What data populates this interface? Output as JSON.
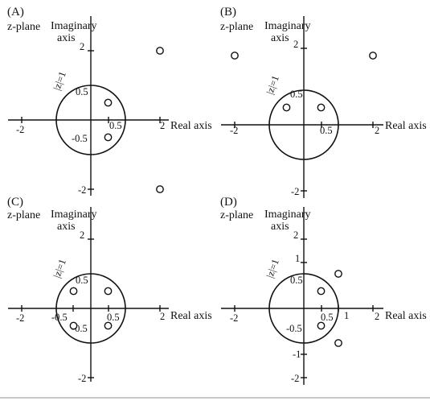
{
  "common": {
    "plane_label": "z-plane",
    "imag_axis_label_line1": "Imaginary",
    "imag_axis_label_line2": "axis",
    "real_axis_label": "Real axis",
    "unit_circle_label": "|z|=1"
  },
  "panels": [
    {
      "id": "A",
      "label": "(A)",
      "x_ticks": [
        "-2",
        "0.5",
        "2"
      ],
      "y_ticks": [
        "2",
        "0.5",
        "-0.5",
        "-2"
      ],
      "unit_circle_label": "|z|=1",
      "zeros": [
        [
          0.5,
          0.5
        ],
        [
          0.5,
          -0.5
        ],
        [
          2,
          2
        ],
        [
          2,
          -2
        ]
      ]
    },
    {
      "id": "B",
      "label": "(B)",
      "x_ticks": [
        "-2",
        "0.5",
        "2"
      ],
      "y_ticks": [
        "2",
        "0.5",
        "-2"
      ],
      "unit_circle_label": "|z|=1",
      "zeros": [
        [
          -0.5,
          0.5
        ],
        [
          0.5,
          0.5
        ],
        [
          -2,
          2
        ],
        [
          2,
          2
        ]
      ]
    },
    {
      "id": "C",
      "label": "(C)",
      "x_ticks": [
        "-2",
        "-0.5",
        "0.5",
        "2"
      ],
      "y_ticks": [
        "2",
        "0.5",
        "-0.5",
        "-2"
      ],
      "unit_circle_label": "|z|=1",
      "zeros": [
        [
          -0.5,
          0.5
        ],
        [
          0.5,
          0.5
        ],
        [
          -0.5,
          -0.5
        ],
        [
          0.5,
          -0.5
        ]
      ]
    },
    {
      "id": "D",
      "label": "(D)",
      "x_ticks": [
        "-2",
        "0.5",
        "1",
        "2"
      ],
      "y_ticks": [
        "2",
        "1",
        "0.5",
        "-0.5",
        "-1",
        "-2"
      ],
      "unit_circle_label": "|z|=1",
      "zeros": [
        [
          0.5,
          0.5
        ],
        [
          0.5,
          -0.5
        ],
        [
          1,
          1
        ],
        [
          1,
          -1
        ]
      ]
    }
  ]
}
